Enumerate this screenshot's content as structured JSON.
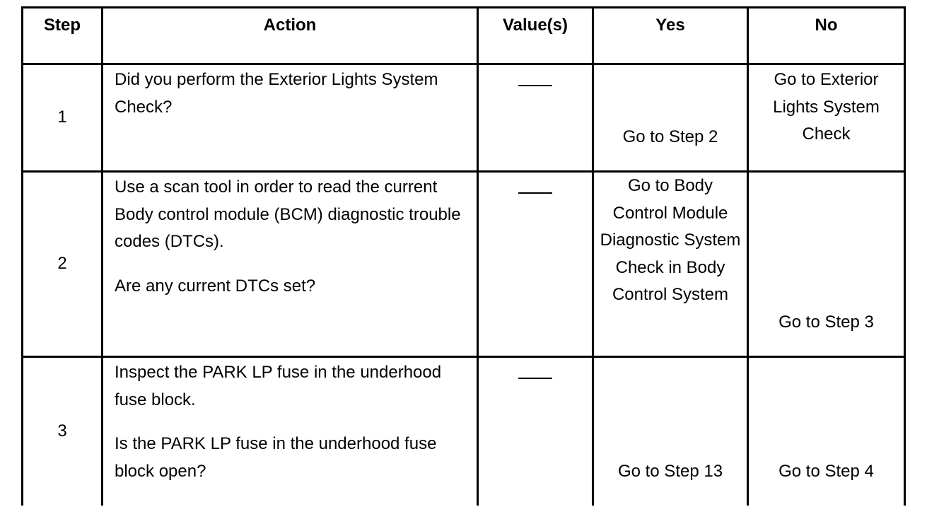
{
  "headers": {
    "step": "Step",
    "action": "Action",
    "values": "Value(s)",
    "yes": "Yes",
    "no": "No"
  },
  "rows": [
    {
      "step": "1",
      "action": [
        "Did you perform the Exterior Lights System Check?"
      ],
      "value": "",
      "yes": "Go to Step 2",
      "no": "Go to Exterior Lights System Check"
    },
    {
      "step": "2",
      "action": [
        "Use a scan tool in order to read the current Body control module (BCM) diagnostic trouble codes (DTCs).",
        "Are any current DTCs set?"
      ],
      "value": "",
      "yes": "Go to Body Control Module Diagnostic System Check in Body Control System",
      "no": "Go to Step 3"
    },
    {
      "step": "3",
      "action": [
        "Inspect the PARK LP fuse in the underhood fuse block.",
        "Is the PARK LP fuse in the underhood fuse block open?"
      ],
      "value": "",
      "yes": "Go to Step 13",
      "no": "Go to Step 4"
    }
  ]
}
